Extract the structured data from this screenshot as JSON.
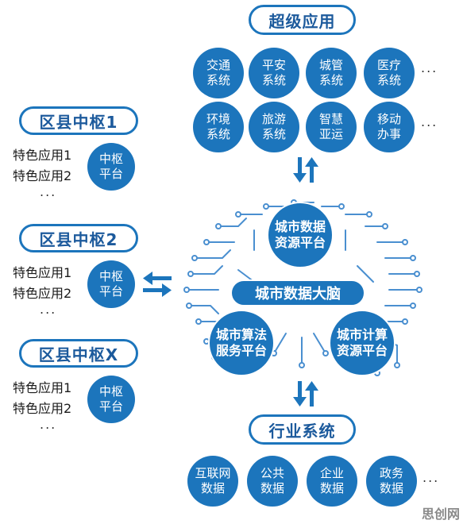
{
  "top": {
    "title": "超级应用",
    "row1": [
      "交通\n系统",
      "平安\n系统",
      "城管\n系统",
      "医疗\n系统"
    ],
    "row2": [
      "环境\n系统",
      "旅游\n系统",
      "智慧\n亚运",
      "移动\n办事"
    ],
    "ellipsis": "..."
  },
  "districts": [
    {
      "title": "区县中枢1",
      "features": [
        "特色应用1",
        "特色应用2"
      ],
      "ellipsis": "...",
      "hub": "中枢\n平台"
    },
    {
      "title": "区县中枢2",
      "features": [
        "特色应用1",
        "特色应用2"
      ],
      "ellipsis": "...",
      "hub": "中枢\n平台"
    },
    {
      "title": "区县中枢X",
      "features": [
        "特色应用1",
        "特色应用2"
      ],
      "ellipsis": "...",
      "hub": "中枢\n平台"
    }
  ],
  "brain": {
    "center": "城市数据大脑",
    "top": "城市数据\n资源平台",
    "left": "城市算法\n服务平台",
    "right": "城市计算\n资源平台"
  },
  "bottom": {
    "title": "行业系统",
    "items": [
      "互联网\n数据",
      "公共\n数据",
      "企业\n数据",
      "政务\n数据"
    ],
    "ellipsis": "..."
  },
  "watermark": "思创网",
  "colors": {
    "primary": "#1c75bc",
    "text": "#1c5a9c",
    "circuit": "#4a8fd0"
  }
}
